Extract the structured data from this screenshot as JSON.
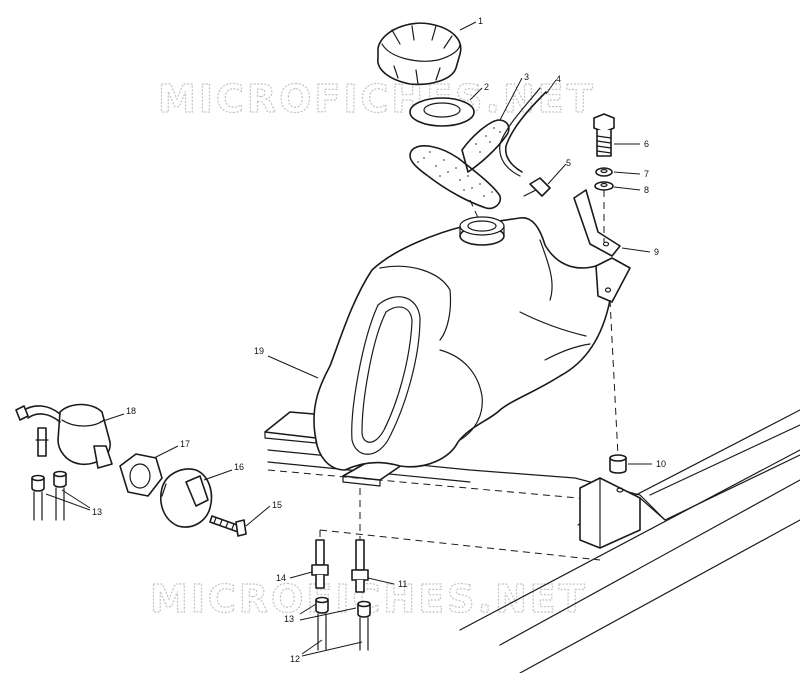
{
  "watermarks": [
    "MICROFICHES.NET",
    "MICROFICHES.NET"
  ],
  "callouts": {
    "c1": "1",
    "c2": "2",
    "c3": "3",
    "c4": "4",
    "c5": "5",
    "c6": "6",
    "c7": "7",
    "c8": "8",
    "c9": "9",
    "c10": "10",
    "c11": "11",
    "c12": "12",
    "c13a": "13",
    "c13b": "13",
    "c14": "14",
    "c15": "15",
    "c16": "16",
    "c17": "17",
    "c18": "18",
    "c19": "19"
  }
}
